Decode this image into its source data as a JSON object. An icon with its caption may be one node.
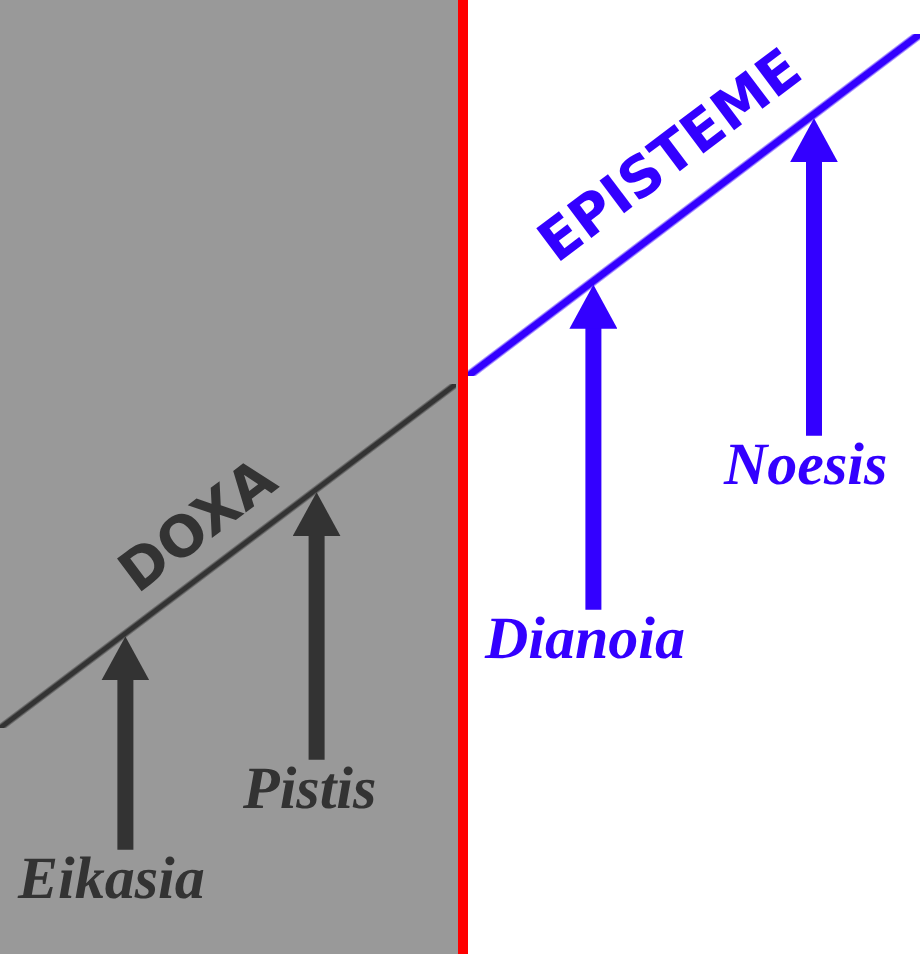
{
  "diagram": {
    "nodes": [
      {
        "text": [
          "DOXA"
        ]
      },
      {
        "text": [
          "EPISTEME"
        ]
      },
      {
        "text": [
          "Eikasia"
        ]
      },
      {
        "text": [
          "Pistis"
        ]
      },
      {
        "text": [
          "Dianoia"
        ]
      },
      {
        "text": [
          "Noesis"
        ]
      }
    ],
    "edges": [
      {
        "from": 2,
        "to": 0,
        "arrow": "to",
        "color": "#333333"
      },
      {
        "from": 3,
        "to": 0,
        "arrow": "to",
        "color": "#333333"
      },
      {
        "from": 4,
        "to": 1,
        "arrow": "to",
        "color": "#3300ff"
      },
      {
        "from": 5,
        "to": 1,
        "arrow": "to",
        "color": "#3300ff"
      }
    ]
  }
}
